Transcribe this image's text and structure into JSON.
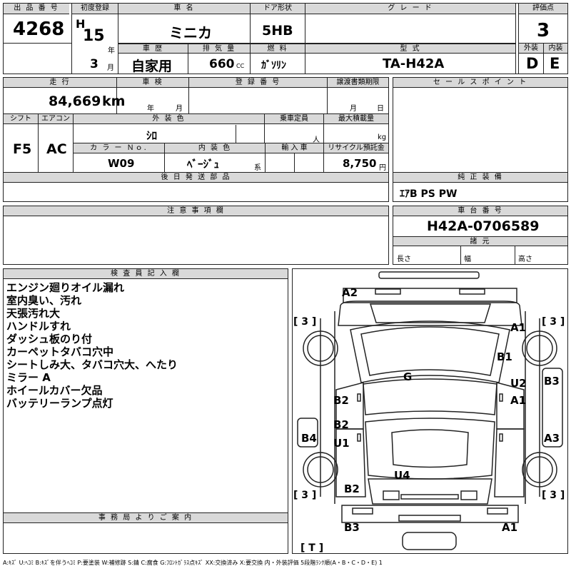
{
  "lot": {
    "label": "出 品 番 号",
    "value": "4268"
  },
  "first_reg": {
    "label": "初度登録",
    "era": "H",
    "year": "15",
    "year_unit": "年",
    "month": "3",
    "month_unit": "月"
  },
  "car_name": {
    "label": "車 名",
    "value": "ミニカ"
  },
  "door": {
    "label": "ドア形状",
    "value": "5HB"
  },
  "grade": {
    "label": "グ レ ー ド",
    "value": ""
  },
  "score": {
    "label": "評価点",
    "value": "3"
  },
  "history": {
    "label": "車 歴",
    "value": "自家用"
  },
  "displacement": {
    "label": "排 気 量",
    "value": "660",
    "unit": "CC"
  },
  "fuel": {
    "label": "燃 料",
    "value": "ｶﾞｿﾘﾝ"
  },
  "model": {
    "label": "型 式",
    "value": "TA-H42A"
  },
  "exterior": {
    "label": "外装",
    "value": "D"
  },
  "interior": {
    "label": "内装",
    "value": "E"
  },
  "mileage": {
    "label": "走 行",
    "value": "84,669",
    "unit": "km"
  },
  "inspection": {
    "label": "車 検",
    "year_unit": "年",
    "month_unit": "月"
  },
  "reg_number": {
    "label": "登 録 番 号",
    "value": ""
  },
  "transfer": {
    "label": "譲渡書類期限",
    "month_unit": "月",
    "day_unit": "日"
  },
  "sales_point": {
    "label": "セ ー ル ス ポ イ ン ト"
  },
  "shift": {
    "label": "シフト",
    "value": "F5"
  },
  "aircon": {
    "label": "エアコン",
    "value": "AC"
  },
  "ext_color": {
    "label": "外 装 色",
    "value": "ｼﾛ"
  },
  "capacity": {
    "label": "乗車定員",
    "unit": "人"
  },
  "max_load": {
    "label": "最大積載量",
    "unit": "kg"
  },
  "color_no": {
    "label": "カ ラ ー Ｎｏ.",
    "value": "W09"
  },
  "int_color": {
    "label": "内 装 色",
    "value": "ﾍﾞｰｼﾞｭ",
    "unit": "系"
  },
  "import": {
    "label": "輸 入 車"
  },
  "recycle": {
    "label": "リサイクル預託金",
    "value": "8,750",
    "unit": "円"
  },
  "later_parts": {
    "label": "後 日 発 送 部 品"
  },
  "equipment": {
    "label": "純 正 装 備",
    "value": "ｴｱB PS PW"
  },
  "notes": {
    "label": "注 意 事 項 欄"
  },
  "chassis": {
    "label": "車 台 番 号",
    "value": "H42A-0706589"
  },
  "specs": {
    "label": "諸 元",
    "length": "長さ",
    "width": "幅",
    "height": "高さ"
  },
  "inspector": {
    "label": "検 査 員 記 入 欄",
    "lines": [
      "エンジン廻りオイル漏れ",
      "室内臭い、汚れ",
      "天張汚れ大",
      "ハンドルすれ",
      "ダッシュ板のり付",
      "カーペットタバコ穴中",
      "シートしみ大、タバコ穴大、へたり",
      "ミラー A",
      "ホイールカバー欠品",
      "バッテリーランプ点灯"
    ]
  },
  "office": {
    "label": "事 務 局 よ り ご 案 内"
  },
  "diagram": {
    "marks": {
      "a2_top": "A2",
      "a1_fr": "A1",
      "b1_fr": "B1",
      "g": "G",
      "u2": "U2",
      "a1_r": "A1",
      "b3_r": "B3",
      "b2_l": "B2",
      "b2_l2": "B2",
      "u1": "U1",
      "b4": "B4",
      "a3": "A3",
      "u4": "U4",
      "b2_rear": "B2",
      "b3_bot": "B3",
      "a1_bot": "A1"
    },
    "tires": {
      "fl": "[ 3 ]",
      "fr": "[ 3 ]",
      "rl": "[ 3 ]",
      "rr": "[ 3 ]",
      "t": "[ T ]"
    }
  },
  "legend": "A:ｷｽﾞ U:ﾍｺﾐ B:ｷｽﾞを伴うﾍｺﾐ P:要塗装 W:補修跡 S:錆 C:腐食 G:ﾌﾛﾝﾄｶﾞﾗｽ点ｷｽﾞ XX:交換済み X:要交換 内・外装評価 5段階ﾗﾝｸ順(A・B・C・D・E) 1"
}
